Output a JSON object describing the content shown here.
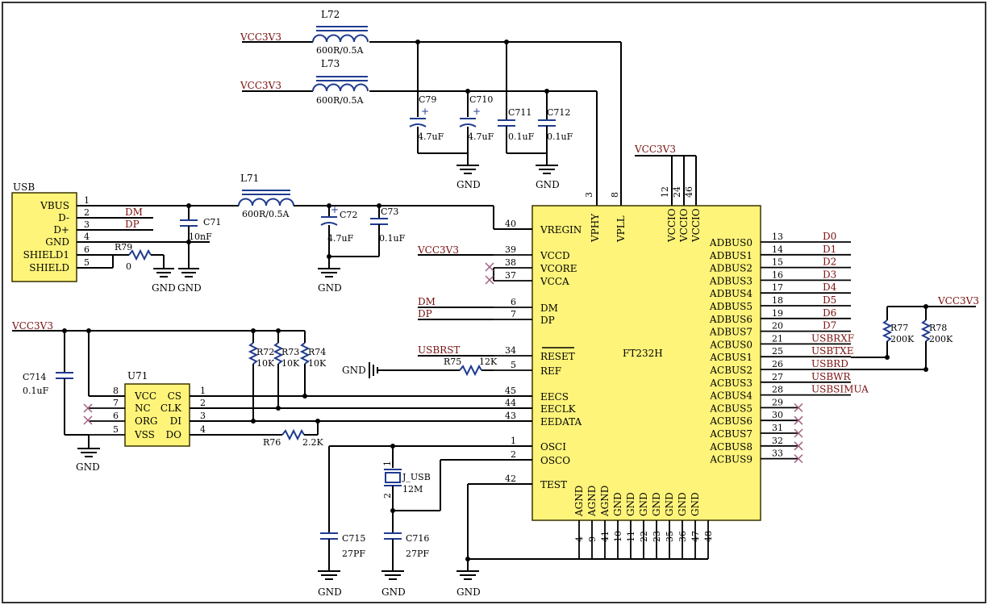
{
  "chip": {
    "name": "FT232H",
    "top_pins": [
      "VPHY",
      "VPLL",
      "VCCIO",
      "VCCIO",
      "VCCIO"
    ],
    "top_pin_numbers": [
      "3",
      "8",
      "12",
      "24",
      "46"
    ],
    "left_pins": [
      {
        "num": "40",
        "name": "VREGIN"
      },
      {
        "num": "39",
        "name": "VCCD"
      },
      {
        "num": "38",
        "name": "VCORE"
      },
      {
        "num": "37",
        "name": "VCCA"
      },
      {
        "num": "6",
        "name": "DM"
      },
      {
        "num": "7",
        "name": "DP"
      },
      {
        "num": "34",
        "name": "RESET"
      },
      {
        "num": "5",
        "name": "REF"
      },
      {
        "num": "45",
        "name": "EECS"
      },
      {
        "num": "44",
        "name": "EECLK"
      },
      {
        "num": "43",
        "name": "EEDATA"
      },
      {
        "num": "1",
        "name": "OSCI"
      },
      {
        "num": "2",
        "name": "OSCO"
      },
      {
        "num": "42",
        "name": "TEST"
      }
    ],
    "right_pins": [
      {
        "num": "13",
        "name": "ADBUS0",
        "net": "D0"
      },
      {
        "num": "14",
        "name": "ADBUS1",
        "net": "D1"
      },
      {
        "num": "15",
        "name": "ADBUS2",
        "net": "D2"
      },
      {
        "num": "16",
        "name": "ADBUS3",
        "net": "D3"
      },
      {
        "num": "17",
        "name": "ADBUS4",
        "net": "D4"
      },
      {
        "num": "18",
        "name": "ADBUS5",
        "net": "D5"
      },
      {
        "num": "19",
        "name": "ADBUS6",
        "net": "D6"
      },
      {
        "num": "20",
        "name": "ADBUS7",
        "net": "D7"
      },
      {
        "num": "21",
        "name": "ACBUS0",
        "net": "USBRXF"
      },
      {
        "num": "25",
        "name": "ACBUS1",
        "net": "USBTXE"
      },
      {
        "num": "26",
        "name": "ACBUS2",
        "net": "USBRD"
      },
      {
        "num": "27",
        "name": "ACBUS3",
        "net": "USBWR"
      },
      {
        "num": "28",
        "name": "ACBUS4",
        "net": "USBSIMUA"
      },
      {
        "num": "29",
        "name": "ACBUS5",
        "net": ""
      },
      {
        "num": "30",
        "name": "ACBUS6",
        "net": ""
      },
      {
        "num": "31",
        "name": "ACBUS7",
        "net": ""
      },
      {
        "num": "32",
        "name": "ACBUS8",
        "net": ""
      },
      {
        "num": "33",
        "name": "ACBUS9",
        "net": ""
      }
    ],
    "bottom_pins": [
      "AGND",
      "AGND",
      "AGND",
      "GND",
      "GND",
      "GND",
      "GND",
      "GND",
      "GND",
      "GND"
    ],
    "bottom_pin_numbers": [
      "4",
      "9",
      "41",
      "10",
      "11",
      "22",
      "23",
      "35",
      "36",
      "47",
      "48"
    ]
  },
  "usb": {
    "title": "USB",
    "pins": [
      {
        "name": "VBUS",
        "num": "1"
      },
      {
        "name": "D-",
        "num": "2"
      },
      {
        "name": "D+",
        "num": "3"
      },
      {
        "name": "GND",
        "num": "4"
      },
      {
        "name": "SHIELD1",
        "num": "6"
      },
      {
        "name": "SHIELD",
        "num": "5"
      }
    ]
  },
  "eeprom": {
    "ref": "U71",
    "left": [
      {
        "num": "8",
        "name": "VCC"
      },
      {
        "num": "7",
        "name": "NC"
      },
      {
        "num": "6",
        "name": "ORG"
      },
      {
        "num": "5",
        "name": "VSS"
      }
    ],
    "right": [
      {
        "num": "1",
        "name": "CS"
      },
      {
        "num": "2",
        "name": "CLK"
      },
      {
        "num": "3",
        "name": "DI"
      },
      {
        "num": "4",
        "name": "DO"
      }
    ]
  },
  "inductors": [
    {
      "ref": "L72",
      "value": "600R/0.5A"
    },
    {
      "ref": "L73",
      "value": "600R/0.5A"
    },
    {
      "ref": "L71",
      "value": "600R/0.5A"
    }
  ],
  "capacitors": [
    {
      "ref": "C79",
      "value": "4.7uF"
    },
    {
      "ref": "C710",
      "value": "4.7uF"
    },
    {
      "ref": "C711",
      "value": "0.1uF"
    },
    {
      "ref": "C712",
      "value": "0.1uF"
    },
    {
      "ref": "C71",
      "value": "10nF"
    },
    {
      "ref": "C72",
      "value": "4.7uF"
    },
    {
      "ref": "C73",
      "value": "0.1uF"
    },
    {
      "ref": "C714",
      "value": "0.1uF"
    },
    {
      "ref": "C715",
      "value": "27PF"
    },
    {
      "ref": "C716",
      "value": "27PF"
    }
  ],
  "resistors": [
    {
      "ref": "R79",
      "value": "0"
    },
    {
      "ref": "R72",
      "value": "10K"
    },
    {
      "ref": "R73",
      "value": "10K"
    },
    {
      "ref": "R74",
      "value": "10K"
    },
    {
      "ref": "R75",
      "value": "12K"
    },
    {
      "ref": "R76",
      "value": "2.2K"
    },
    {
      "ref": "R77",
      "value": "200K"
    },
    {
      "ref": "R78",
      "value": "200K"
    }
  ],
  "crystal": {
    "ref": "J_USB",
    "value": "12M",
    "pin1": "1",
    "pin2": "2"
  },
  "nets": {
    "vcc": "VCC3V3",
    "gnd": "GND",
    "dm": "DM",
    "dp": "DP",
    "usbrst": "USBRST"
  }
}
